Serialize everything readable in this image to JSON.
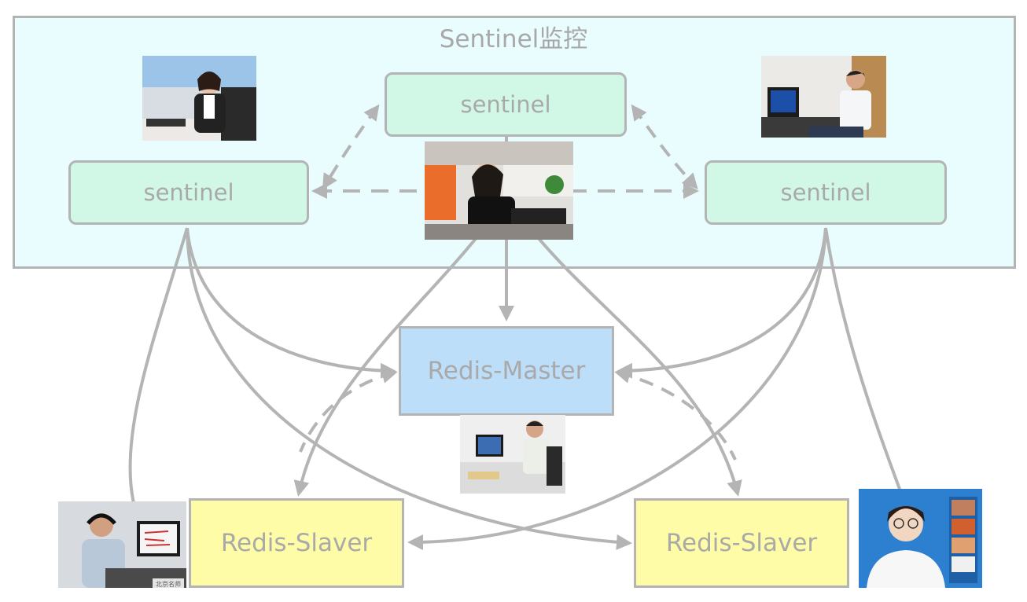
{
  "title": "Sentinel监控",
  "nodes": {
    "sentinel_top": "sentinel",
    "sentinel_left": "sentinel",
    "sentinel_right": "sentinel",
    "master": "Redis-Master",
    "slave_left": "Redis-Slaver",
    "slave_right": "Redis-Slaver"
  },
  "photos": {
    "watermark": "北京名师"
  },
  "colors": {
    "frame_bg": "#e9fdfe",
    "sentinel_bg": "#d1f8e7",
    "master_bg": "#bddef9",
    "slave_bg": "#fefca6",
    "line": "#b4b4b4",
    "text": "#a9a9a9"
  }
}
